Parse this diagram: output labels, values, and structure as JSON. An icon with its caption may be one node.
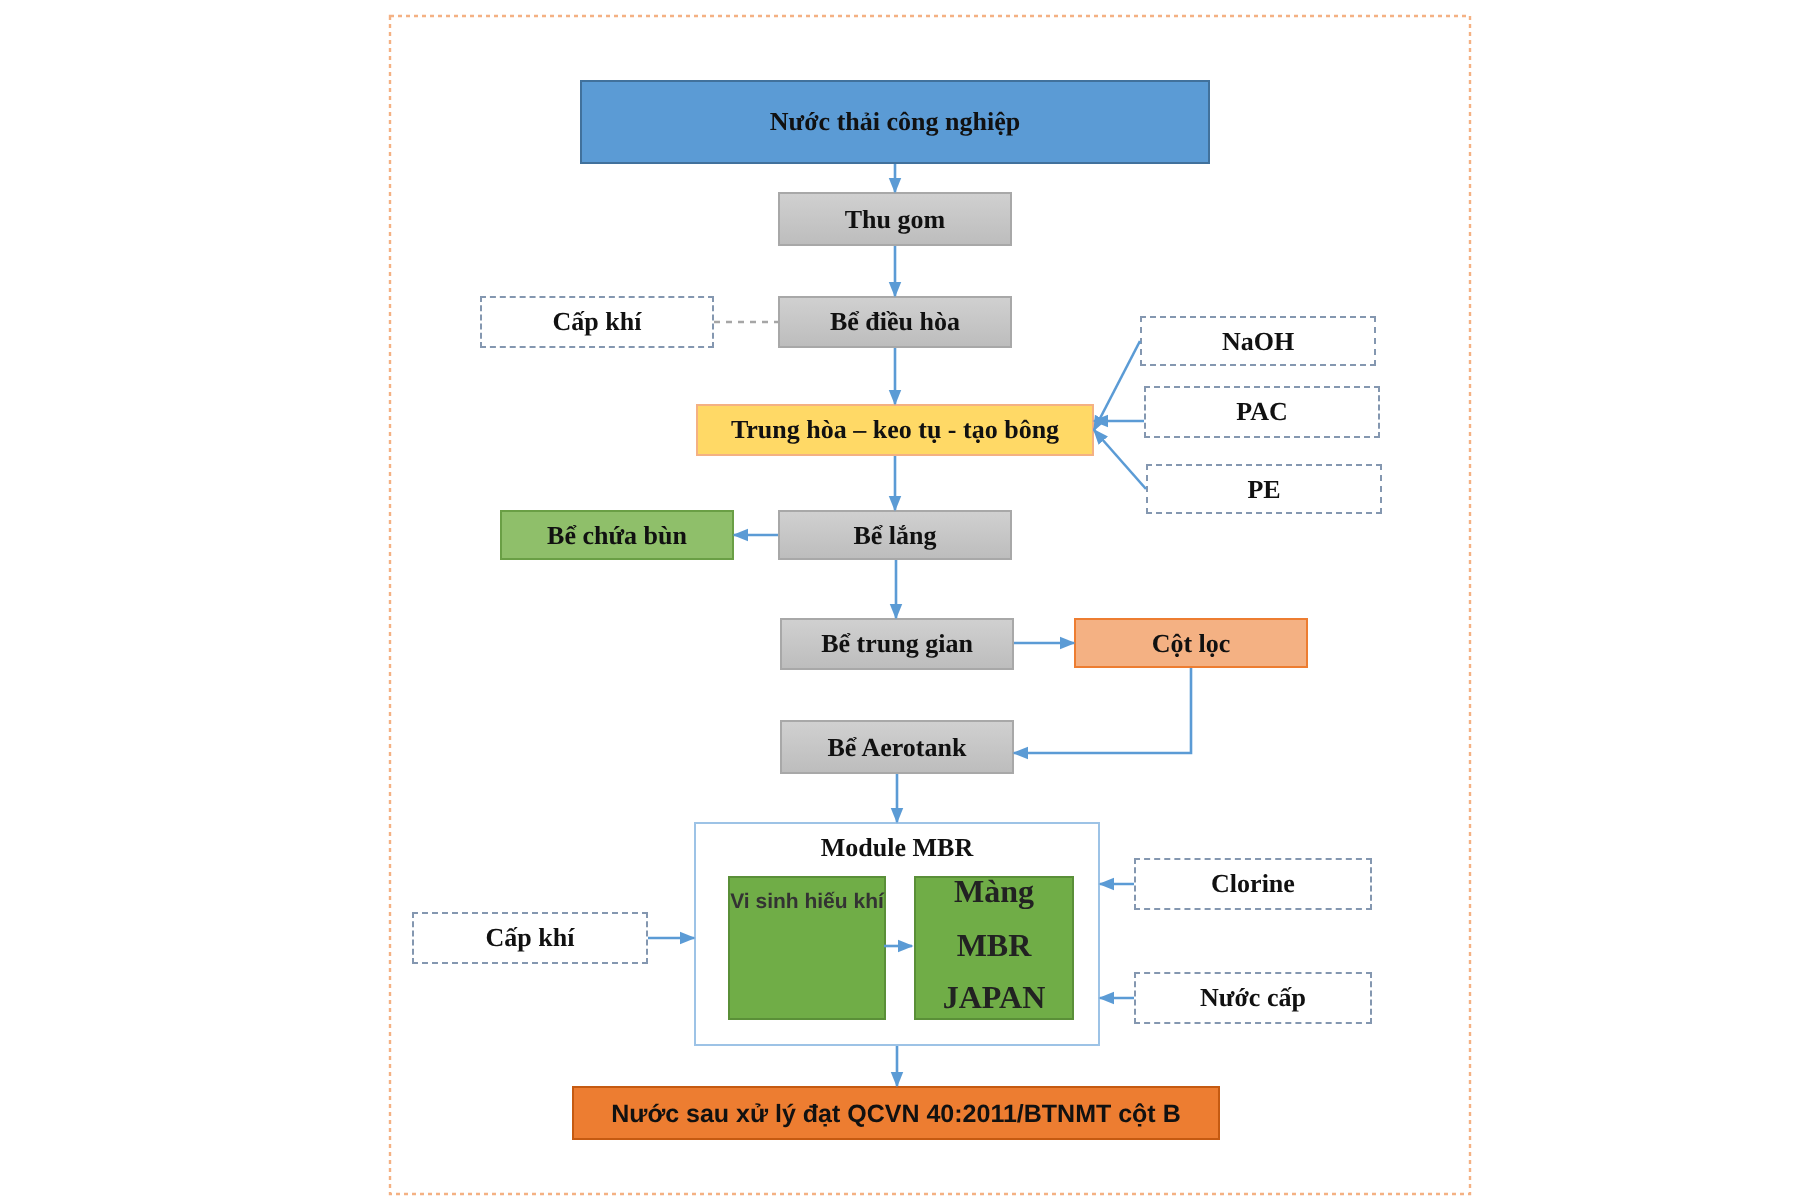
{
  "diagram": {
    "nodes": [
      {
        "text": [
          "Nước thải công nghiệp"
        ]
      },
      {
        "text": [
          "Thu gom"
        ]
      },
      {
        "text": [
          "Cấp khí"
        ]
      },
      {
        "text": [
          "Bể điều hòa"
        ]
      },
      {
        "text": [
          "NaOH"
        ]
      },
      {
        "text": [
          "Trung hòa – keo tụ - tạo bông"
        ]
      },
      {
        "text": [
          "PAC"
        ]
      },
      {
        "text": [
          "PE"
        ]
      },
      {
        "text": [
          "Bể chứa bùn"
        ]
      },
      {
        "text": [
          "Bể lắng"
        ]
      },
      {
        "text": [
          "Bể trung gian"
        ]
      },
      {
        "text": [
          "Cột lọc"
        ]
      },
      {
        "text": [
          "Bể Aerotank"
        ]
      },
      {
        "text": [
          "Module MBR"
        ]
      },
      {
        "text": [
          "Cấp khí"
        ]
      },
      {
        "text": [
          "Vi sinh hiếu khí"
        ],
        "in": 13
      },
      {
        "text": [
          "Màng MBR JAPAN"
        ],
        "in": 13
      },
      {
        "text": [
          "Clorine"
        ]
      },
      {
        "text": [
          "Nước cấp"
        ]
      },
      {
        "text": [
          "Nước sau xử lý đạt QCVN 40:2011/BTNMT cột B"
        ]
      }
    ],
    "edges": [
      {
        "from": 0,
        "to": 1,
        "arrow": "to"
      },
      {
        "from": 1,
        "to": 3,
        "arrow": "to"
      },
      {
        "from": 2,
        "to": 3,
        "arrow": "none",
        "style": "dashed",
        "color": "#a6a6a6"
      },
      {
        "from": 3,
        "to": 5,
        "arrow": "to"
      },
      {
        "from": 4,
        "to": 5,
        "arrow": "to"
      },
      {
        "from": 6,
        "to": 5,
        "arrow": "to"
      },
      {
        "from": 7,
        "to": 5,
        "arrow": "to"
      },
      {
        "from": 5,
        "to": 9,
        "arrow": "to"
      },
      {
        "from": 9,
        "to": 8,
        "arrow": "to"
      },
      {
        "from": 9,
        "to": 10,
        "arrow": "to"
      },
      {
        "from": 10,
        "to": 11,
        "arrow": "to"
      },
      {
        "from": 11,
        "to": 12,
        "arrow": "to"
      },
      {
        "from": 12,
        "to": 13,
        "arrow": "to"
      },
      {
        "from": 14,
        "to": 13,
        "arrow": "to"
      },
      {
        "from": 15,
        "to": 16,
        "arrow": "to"
      },
      {
        "from": 17,
        "to": 13,
        "arrow": "to"
      },
      {
        "from": 18,
        "to": 13,
        "arrow": "to"
      },
      {
        "from": 13,
        "to": 19,
        "arrow": "to"
      }
    ]
  }
}
